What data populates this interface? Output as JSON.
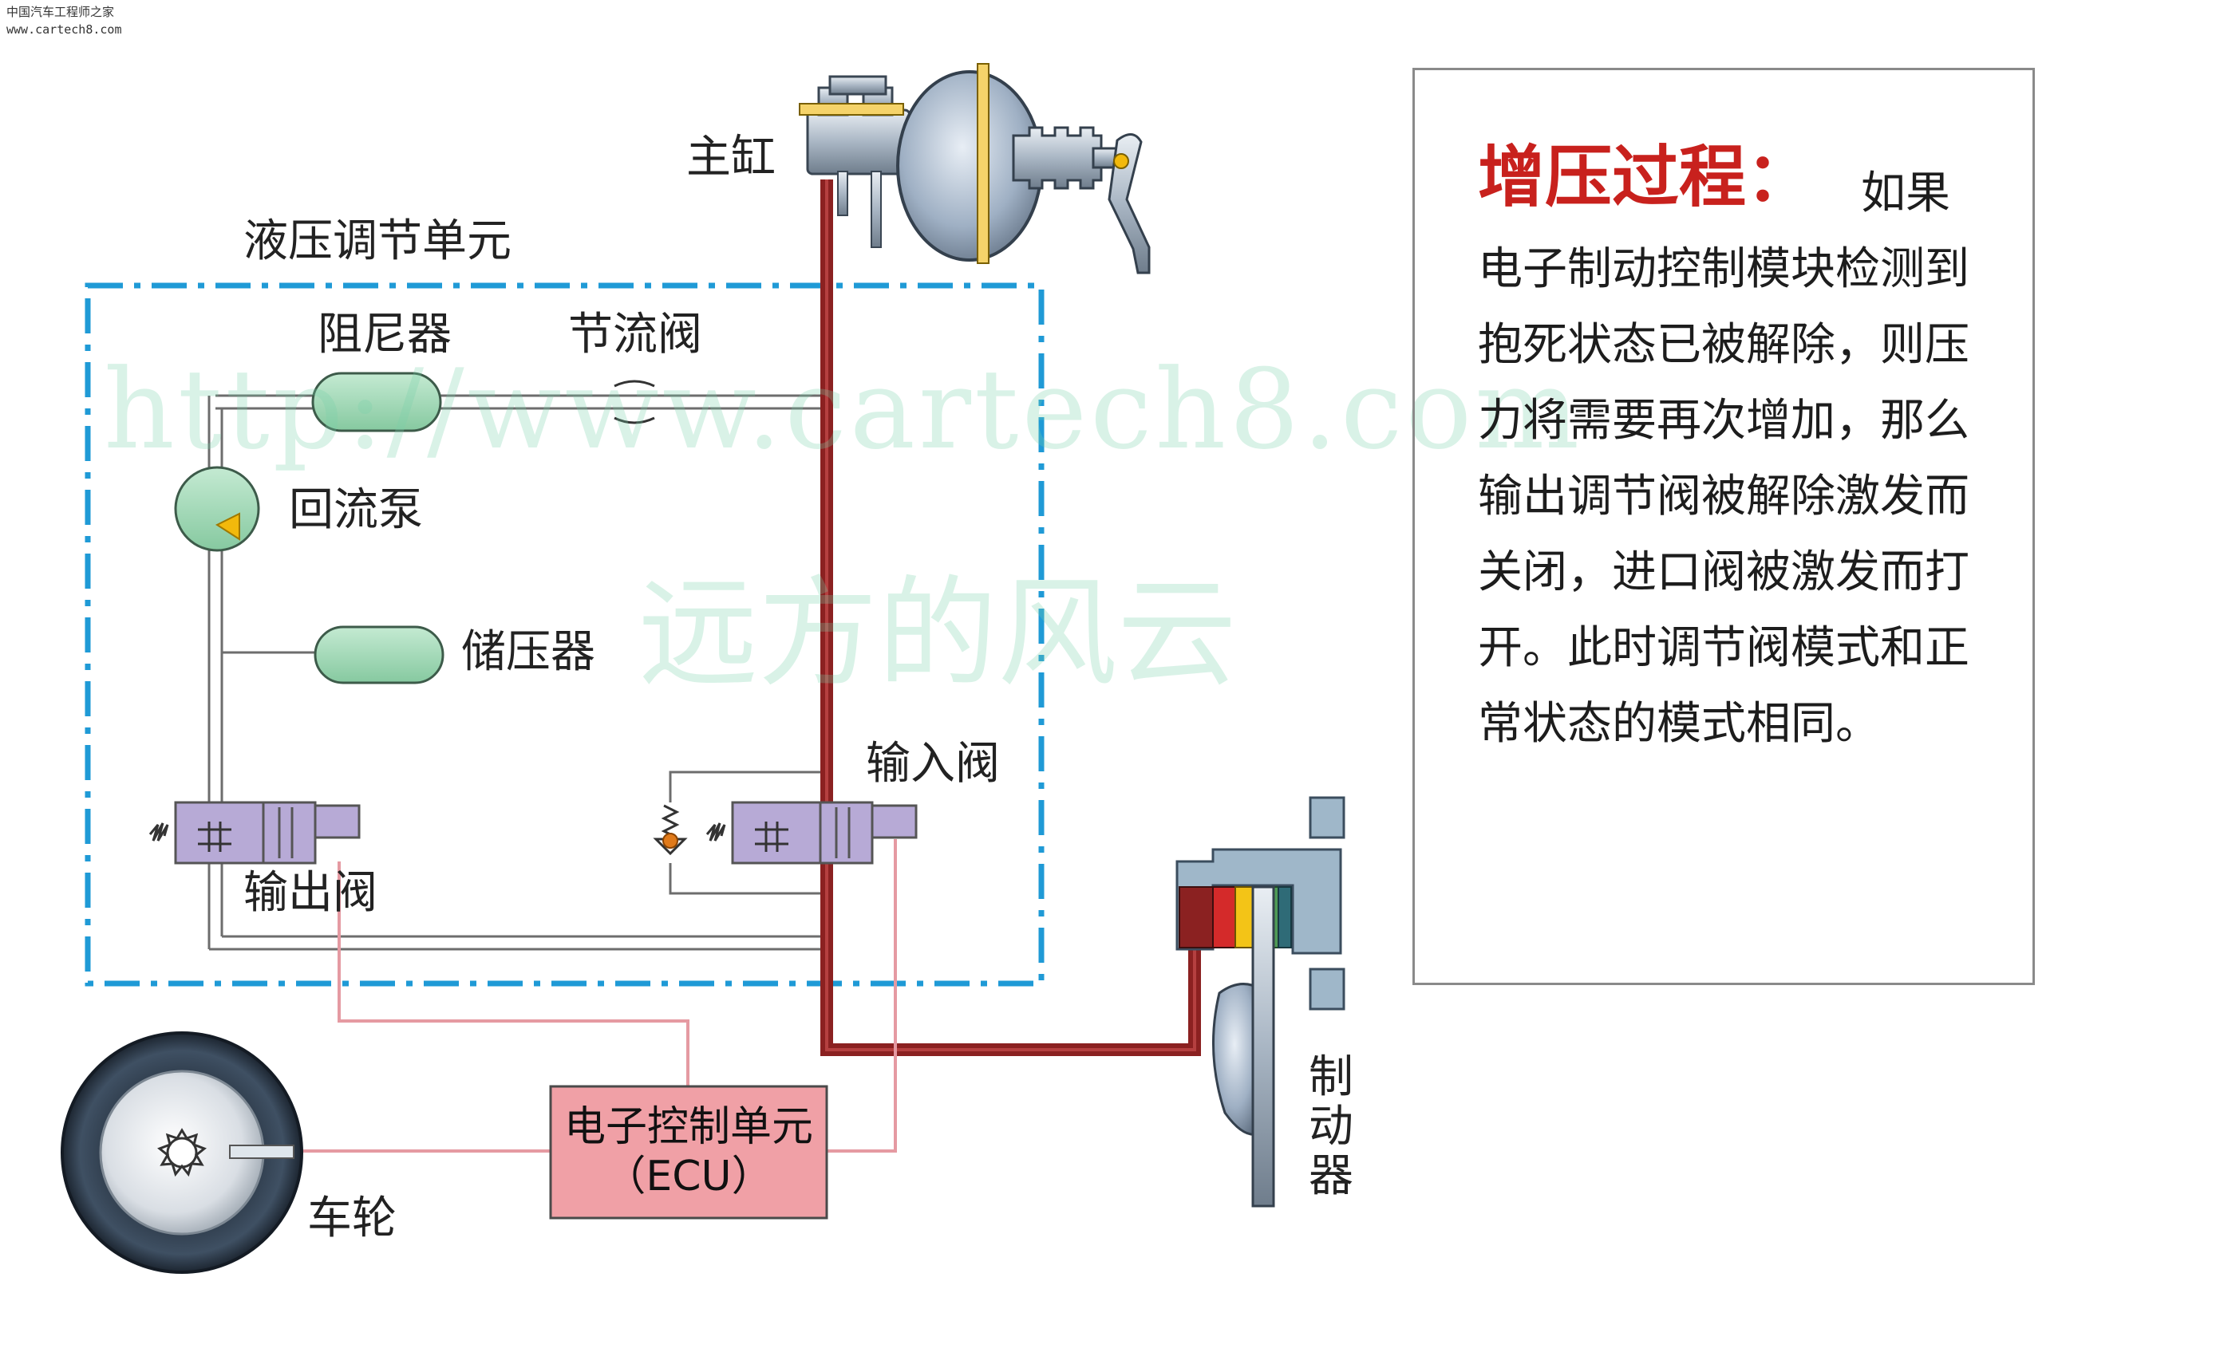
{
  "header": {
    "site_name": "中国汽车工程师之家",
    "site_url": "www.cartech8.com"
  },
  "watermark": {
    "url_text": "http://www.cartech8.com",
    "cn_text": "远方的风云"
  },
  "labels": {
    "master_cylinder": "主缸",
    "hydraulic_unit": "液压调节单元",
    "damper": "阻尼器",
    "throttle_valve": "节流阀",
    "return_pump": "回流泵",
    "accumulator": "储压器",
    "inlet_valve": "输入阀",
    "outlet_valve": "输出阀",
    "wheel": "车轮",
    "brake": "制\n动\n器"
  },
  "ecu": {
    "line1": "电子控制单元",
    "line2": "（ECU）"
  },
  "info": {
    "title": "增压过程：",
    "body": "如果电子制动控制模块检测到抱死状态已被解除，则压力将需要再次增加，那么输出调节阀被解除激发而关闭，进口阀被激发而打开。此时调节阀模式和正常状态的模式相同。"
  },
  "colors": {
    "brake_line": "#8b2121",
    "hydraulic_line": "#7a7a7a",
    "unit_border": "#1f9ad6",
    "component_green": "#9fd8b5",
    "valve_purple": "#b7aad6",
    "signal_line": "#e59aa2",
    "ecu_fill": "#f0a0a6",
    "title_red": "#c8211d"
  }
}
